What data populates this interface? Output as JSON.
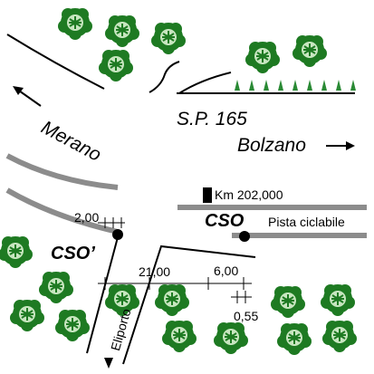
{
  "labels": {
    "merano": "Merano",
    "bolzano": "Bolzano",
    "road": "S.P. 165",
    "km_marker": "Km 202,000",
    "cso": "CSO",
    "cso_prime": "CSO’",
    "bike_path": "Pista ciclabile",
    "heliport": "Eliporto"
  },
  "dimensions": {
    "d1": "2,00",
    "d2": "21,00",
    "d3": "6,00",
    "d4": "0,55"
  },
  "colors": {
    "line": "#000000",
    "road_band": "#8c8c8c",
    "bush_dark": "#1e7a22",
    "bush_light": "#c8e6c0",
    "hedge": "#2a8a35"
  },
  "icons": [
    "bush-icon",
    "hedge-icon",
    "arrow-icon",
    "marker-block-icon",
    "dot-icon"
  ]
}
